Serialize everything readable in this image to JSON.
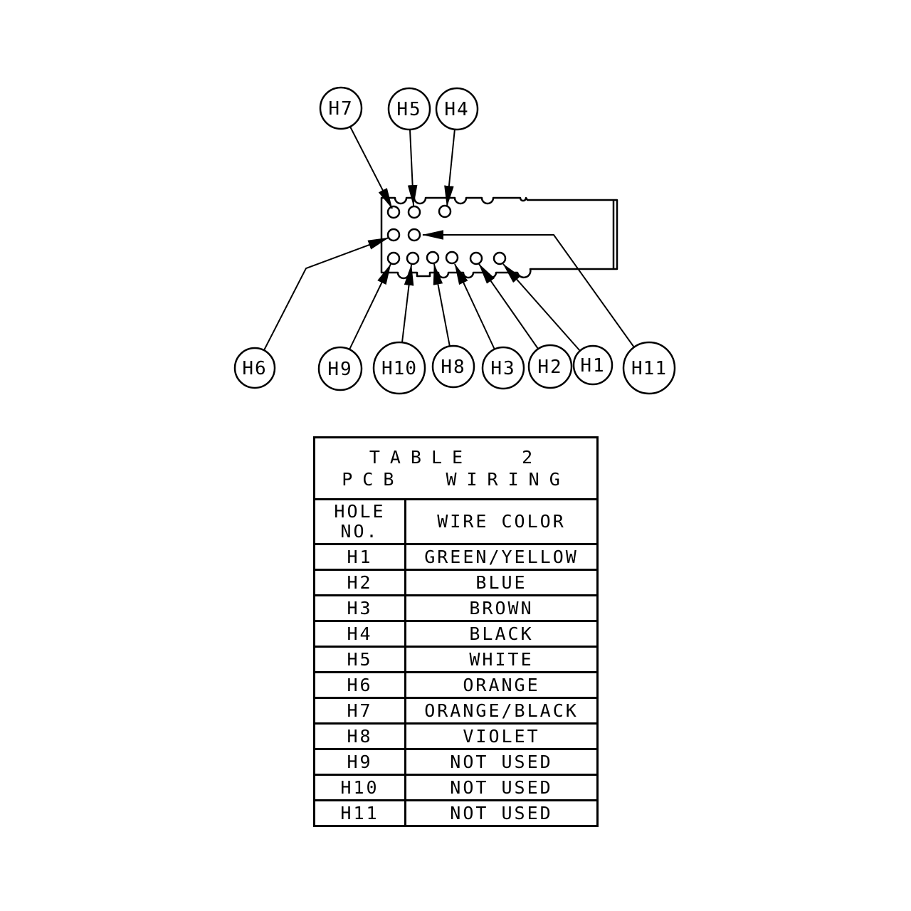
{
  "diagram": {
    "labels": [
      {
        "text": "H7"
      },
      {
        "text": "H5"
      },
      {
        "text": "H4"
      },
      {
        "text": "H6"
      },
      {
        "text": "H9"
      },
      {
        "text": "H10"
      },
      {
        "text": "H8"
      },
      {
        "text": "H3"
      },
      {
        "text": "H2"
      },
      {
        "text": "H1"
      },
      {
        "text": "H11"
      }
    ]
  },
  "table": {
    "title_line1": "TABLE 2",
    "title_line2": "PCB WIRING",
    "columns": {
      "hole_line1": "HOLE",
      "hole_line2": "NO.",
      "wire": "WIRE COLOR"
    },
    "rows": [
      {
        "hole": "H1",
        "color": "GREEN/YELLOW"
      },
      {
        "hole": "H2",
        "color": "BLUE"
      },
      {
        "hole": "H3",
        "color": "BROWN"
      },
      {
        "hole": "H4",
        "color": "BLACK"
      },
      {
        "hole": "H5",
        "color": "WHITE"
      },
      {
        "hole": "H6",
        "color": "ORANGE"
      },
      {
        "hole": "H7",
        "color": "ORANGE/BLACK"
      },
      {
        "hole": "H8",
        "color": "VIOLET"
      },
      {
        "hole": "H9",
        "color": "NOT USED"
      },
      {
        "hole": "H10",
        "color": "NOT USED"
      },
      {
        "hole": "H11",
        "color": "NOT USED"
      }
    ]
  },
  "colors": {
    "ink": "#000000",
    "background": "#ffffff"
  }
}
